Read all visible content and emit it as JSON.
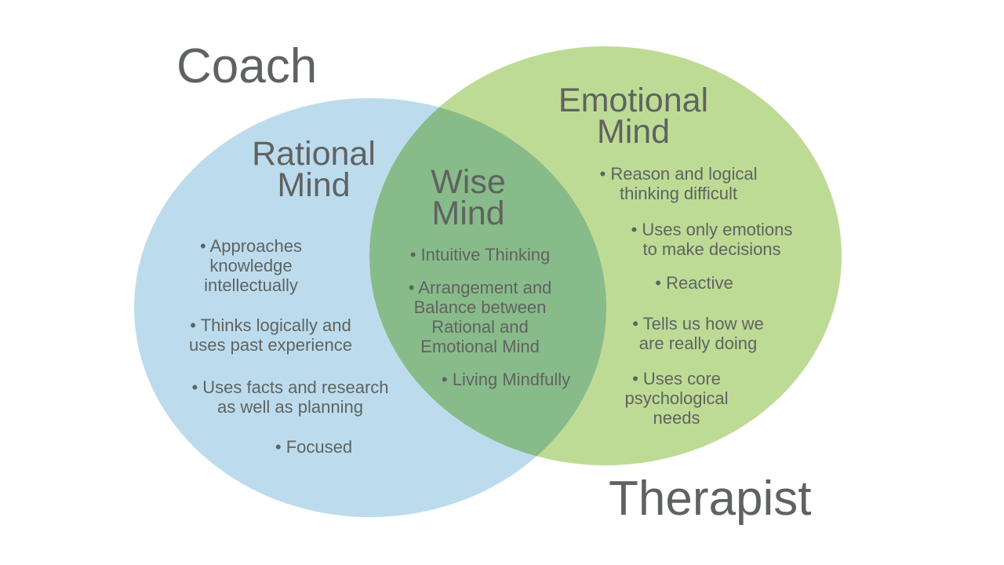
{
  "labels": {
    "left_outer": "Coach",
    "right_outer": "Therapist"
  },
  "colors": {
    "left_circle": "#bcdcee",
    "right_circle": "#bedb96",
    "overlap": "#88bb8a",
    "text": "#5f6360"
  },
  "rational": {
    "title_line1": "Rational",
    "title_line2": "Mind",
    "items": [
      {
        "line1": "• Approaches",
        "line2": "knowledge",
        "line3": "intellectually"
      },
      {
        "line1": "• Thinks logically and",
        "line2": "uses past experience"
      },
      {
        "line1": "• Uses facts and research",
        "line2": "as well as planning"
      },
      {
        "line1": "• Focused"
      }
    ]
  },
  "wise": {
    "title_line1": "Wise",
    "title_line2": "Mind",
    "items": [
      {
        "line1": "• Intuitive Thinking"
      },
      {
        "line1": "• Arrangement and",
        "line2": "Balance between",
        "line3": "Rational and",
        "line4": "Emotional Mind"
      },
      {
        "line1": "• Living Mindfully"
      }
    ]
  },
  "emotional": {
    "title_line1": "Emotional",
    "title_line2": "Mind",
    "items": [
      {
        "line1": "• Reason and logical",
        "line2": "thinking difficult"
      },
      {
        "line1": "• Uses only emotions",
        "line2": "to make decisions"
      },
      {
        "line1": "• Reactive"
      },
      {
        "line1": "• Tells us how we",
        "line2": "are really doing"
      },
      {
        "line1": "• Uses core",
        "line2": "psychological",
        "line3": "needs"
      }
    ]
  }
}
